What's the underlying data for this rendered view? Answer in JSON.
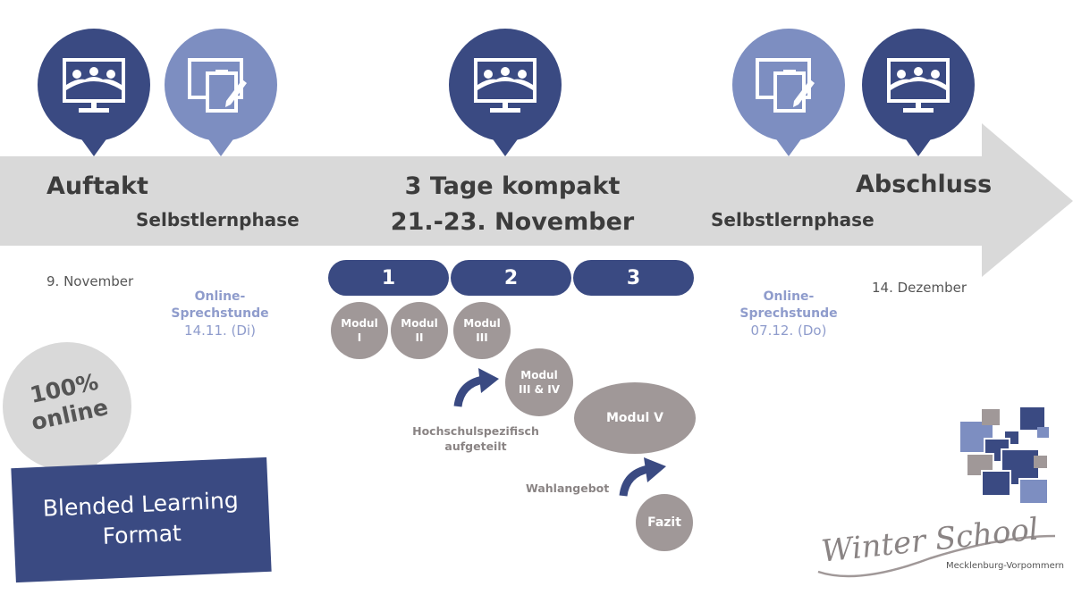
{
  "colors": {
    "dark": "#3a4a82",
    "light": "#7d8ec1",
    "gray": "#a09898",
    "band": "#d9d9d9"
  },
  "pins": [
    {
      "icon": "virtual-classroom-icon",
      "tone": "dark"
    },
    {
      "icon": "computer-clipboard-icon",
      "tone": "light"
    },
    {
      "icon": "virtual-classroom-icon",
      "tone": "dark"
    },
    {
      "icon": "computer-clipboard-icon",
      "tone": "light"
    },
    {
      "icon": "virtual-classroom-icon",
      "tone": "dark"
    }
  ],
  "timeline": {
    "start_title": "Auftakt",
    "phase1": "Selbstlernphase",
    "compact_title": "3 Tage kompakt",
    "compact_dates": "21.-23. November",
    "end_title": "Abschluss",
    "phase2": "Selbstlernphase",
    "start_date": "9. November",
    "end_date": "14. Dezember"
  },
  "office_hours": [
    {
      "line1": "Online-",
      "line2": "Sprechstunde",
      "date": "14.11. (Di)"
    },
    {
      "line1": "Online-",
      "line2": "Sprechstunde",
      "date": "07.12. (Do)"
    }
  ],
  "days": [
    "1",
    "2",
    "3"
  ],
  "modules": {
    "m1": [
      "Modul",
      "I"
    ],
    "m2": [
      "Modul",
      "II"
    ],
    "m3": [
      "Modul",
      "III"
    ],
    "m34": [
      "Modul",
      "III & IV"
    ],
    "m5": "Modul V",
    "fazit": "Fazit"
  },
  "notes": {
    "split": [
      "Hochschulspezifisch",
      "aufgeteilt"
    ],
    "elective": "Wahlangebot"
  },
  "badge": {
    "line1": "100%",
    "line2": "online"
  },
  "format": {
    "line1": "Blended Learning",
    "line2": "Format"
  },
  "logo": {
    "name": "Winter School",
    "region": "Mecklenburg-Vorpommern"
  }
}
